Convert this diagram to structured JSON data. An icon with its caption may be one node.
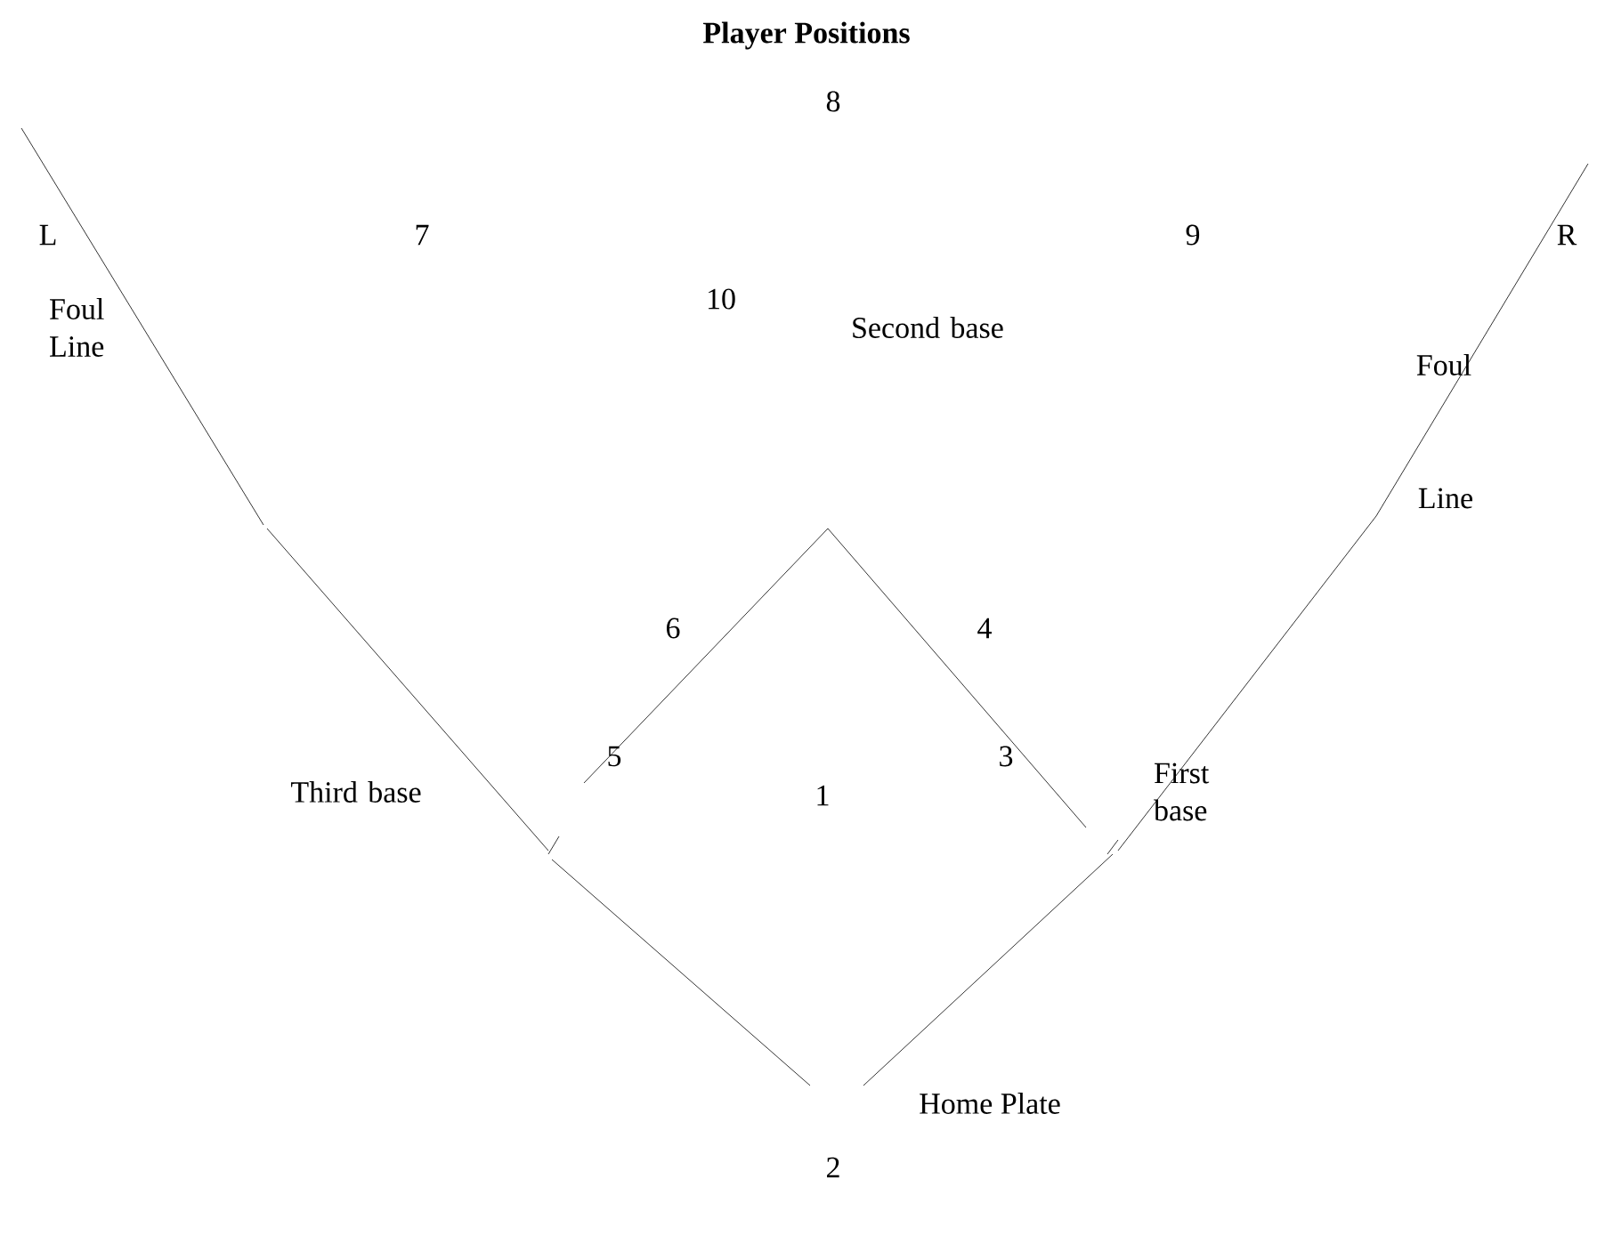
{
  "diagram": {
    "title": "Player Positions",
    "labels": [
      "8",
      "L",
      "7",
      "9",
      "R",
      "Foul Line",
      "10",
      "Second base",
      "Foul",
      "Line",
      "6",
      "4",
      "Third base",
      "5",
      "3",
      "First base",
      "1",
      "Home Plate",
      "2"
    ]
  }
}
